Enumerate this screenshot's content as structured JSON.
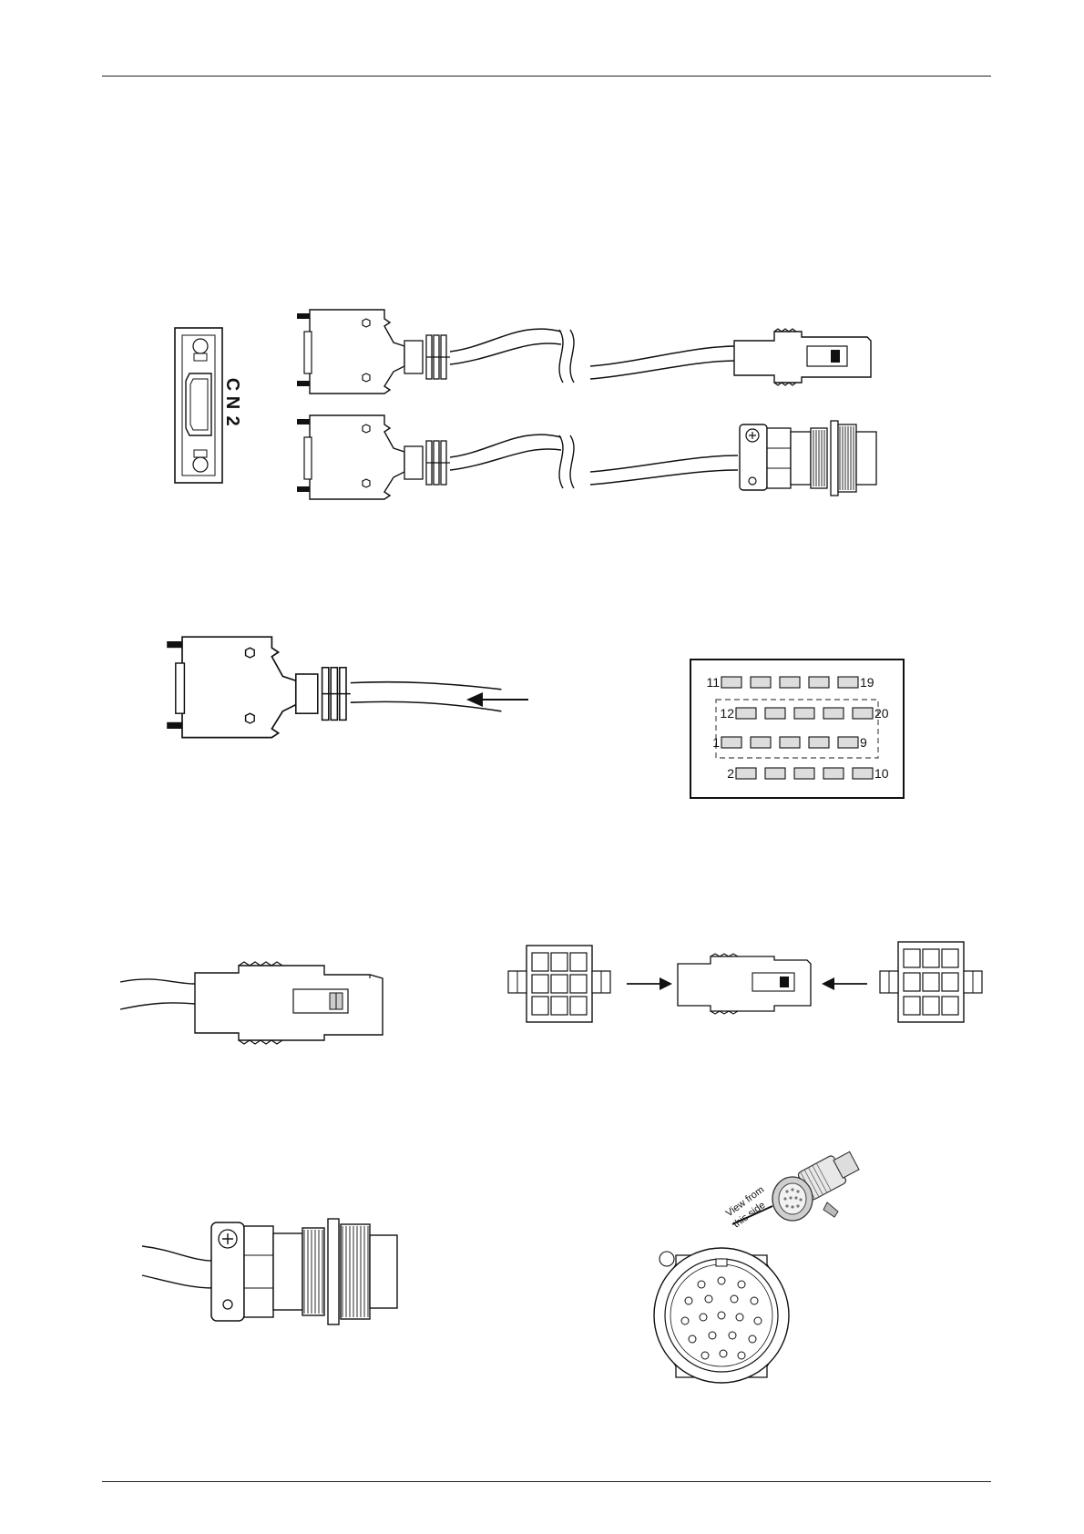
{
  "cn2_label": [
    "C",
    "N",
    "2"
  ],
  "pin_map": {
    "row1": {
      "left": "11",
      "right": "19"
    },
    "row2": {
      "left": "12",
      "right": "20"
    },
    "row3": {
      "left": "1",
      "right": "9"
    },
    "row4": {
      "left": "2",
      "right": "10"
    }
  },
  "view_note": {
    "line1": "View from",
    "line2": "this side"
  }
}
